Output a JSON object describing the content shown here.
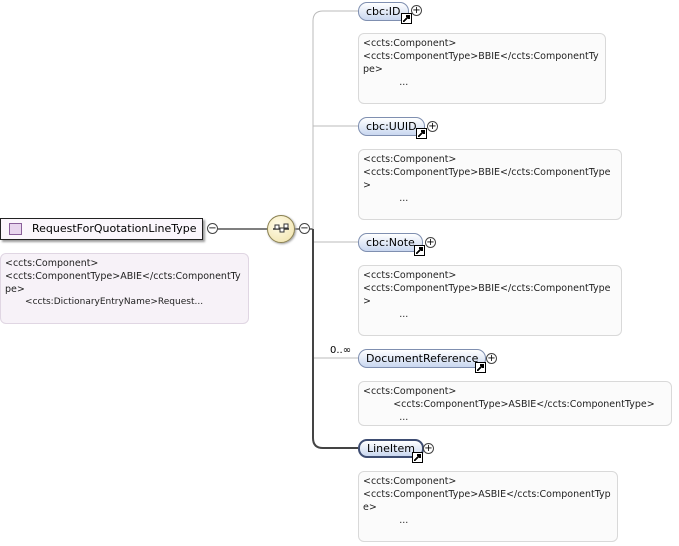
{
  "root": {
    "label": "RequestForQuotationLineType",
    "doc": [
      "<ccts:Component>",
      "",
      "<ccts:ComponentType>ABIE</ccts:ComponentTy",
      "pe>",
      "       <ccts:DictionaryEntryName>Request..."
    ]
  },
  "children": [
    {
      "label": "cbc:ID",
      "doc": [
        "<ccts:Component>",
        "",
        "<ccts:ComponentType>BBIE</ccts:ComponentTy",
        "pe>",
        "            ..."
      ]
    },
    {
      "label": "cbc:UUID",
      "doc": [
        "<ccts:Component>",
        "",
        "<ccts:ComponentType>BBIE</ccts:ComponentType",
        ">",
        "            ..."
      ]
    },
    {
      "label": "cbc:Note",
      "doc": [
        "<ccts:Component>",
        "",
        "<ccts:ComponentType>BBIE</ccts:ComponentType",
        ">",
        "            ..."
      ]
    },
    {
      "label": "DocumentReference",
      "cardinality": "0..∞",
      "doc": [
        "<ccts:Component>",
        "          <ccts:ComponentType>ASBIE</ccts:ComponentType>",
        "            ..."
      ]
    },
    {
      "label": "LineItem",
      "doc": [
        "<ccts:Component>",
        "",
        "<ccts:ComponentType>ASBIE</ccts:ComponentTyp",
        "e>",
        "            ..."
      ]
    }
  ],
  "symbols": {
    "collapse": "−",
    "expand": "+"
  },
  "colors": {
    "pill_top": "#ffffff",
    "pill_bottom": "#c9d7f0",
    "root_fill": "#fbf6fc",
    "seq_fill": "#f0e2a8"
  }
}
